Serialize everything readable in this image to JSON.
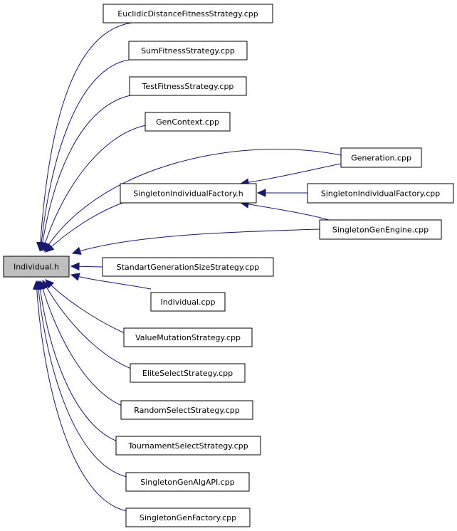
{
  "graph": {
    "nodes": [
      {
        "id": "individual_h",
        "label": "Individual.h",
        "root": true
      },
      {
        "id": "euclidic",
        "label": "EuclidicDistanceFitnessStrategy.cpp"
      },
      {
        "id": "sumfit",
        "label": "SumFitnessStrategy.cpp"
      },
      {
        "id": "testfit",
        "label": "TestFitnessStrategy.cpp"
      },
      {
        "id": "gencontext",
        "label": "GenContext.cpp"
      },
      {
        "id": "generation",
        "label": "Generation.cpp"
      },
      {
        "id": "sif_h",
        "label": "SingletonIndividualFactory.h"
      },
      {
        "id": "sif_cpp",
        "label": "SingletonIndividualFactory.cpp"
      },
      {
        "id": "sge",
        "label": "SingletonGenEngine.cpp"
      },
      {
        "id": "standart",
        "label": "StandartGenerationSizeStrategy.cpp"
      },
      {
        "id": "individual_cpp",
        "label": "Individual.cpp"
      },
      {
        "id": "valuemut",
        "label": "ValueMutationStrategy.cpp"
      },
      {
        "id": "elite",
        "label": "EliteSelectStrategy.cpp"
      },
      {
        "id": "random",
        "label": "RandomSelectStrategy.cpp"
      },
      {
        "id": "tournament",
        "label": "TournamentSelectStrategy.cpp"
      },
      {
        "id": "sgaapi",
        "label": "SingletonGenAlgAPI.cpp"
      },
      {
        "id": "sgf",
        "label": "SingletonGenFactory.cpp"
      }
    ],
    "edges": [
      {
        "from": "euclidic",
        "to": "individual_h"
      },
      {
        "from": "sumfit",
        "to": "individual_h"
      },
      {
        "from": "testfit",
        "to": "individual_h"
      },
      {
        "from": "gencontext",
        "to": "individual_h"
      },
      {
        "from": "generation",
        "to": "individual_h"
      },
      {
        "from": "sif_h",
        "to": "individual_h"
      },
      {
        "from": "sge",
        "to": "individual_h"
      },
      {
        "from": "standart",
        "to": "individual_h"
      },
      {
        "from": "individual_cpp",
        "to": "individual_h"
      },
      {
        "from": "valuemut",
        "to": "individual_h"
      },
      {
        "from": "elite",
        "to": "individual_h"
      },
      {
        "from": "random",
        "to": "individual_h"
      },
      {
        "from": "tournament",
        "to": "individual_h"
      },
      {
        "from": "sgaapi",
        "to": "individual_h"
      },
      {
        "from": "sgf",
        "to": "individual_h"
      },
      {
        "from": "generation",
        "to": "sif_h"
      },
      {
        "from": "sif_cpp",
        "to": "sif_h"
      },
      {
        "from": "sge",
        "to": "sif_h"
      }
    ]
  }
}
